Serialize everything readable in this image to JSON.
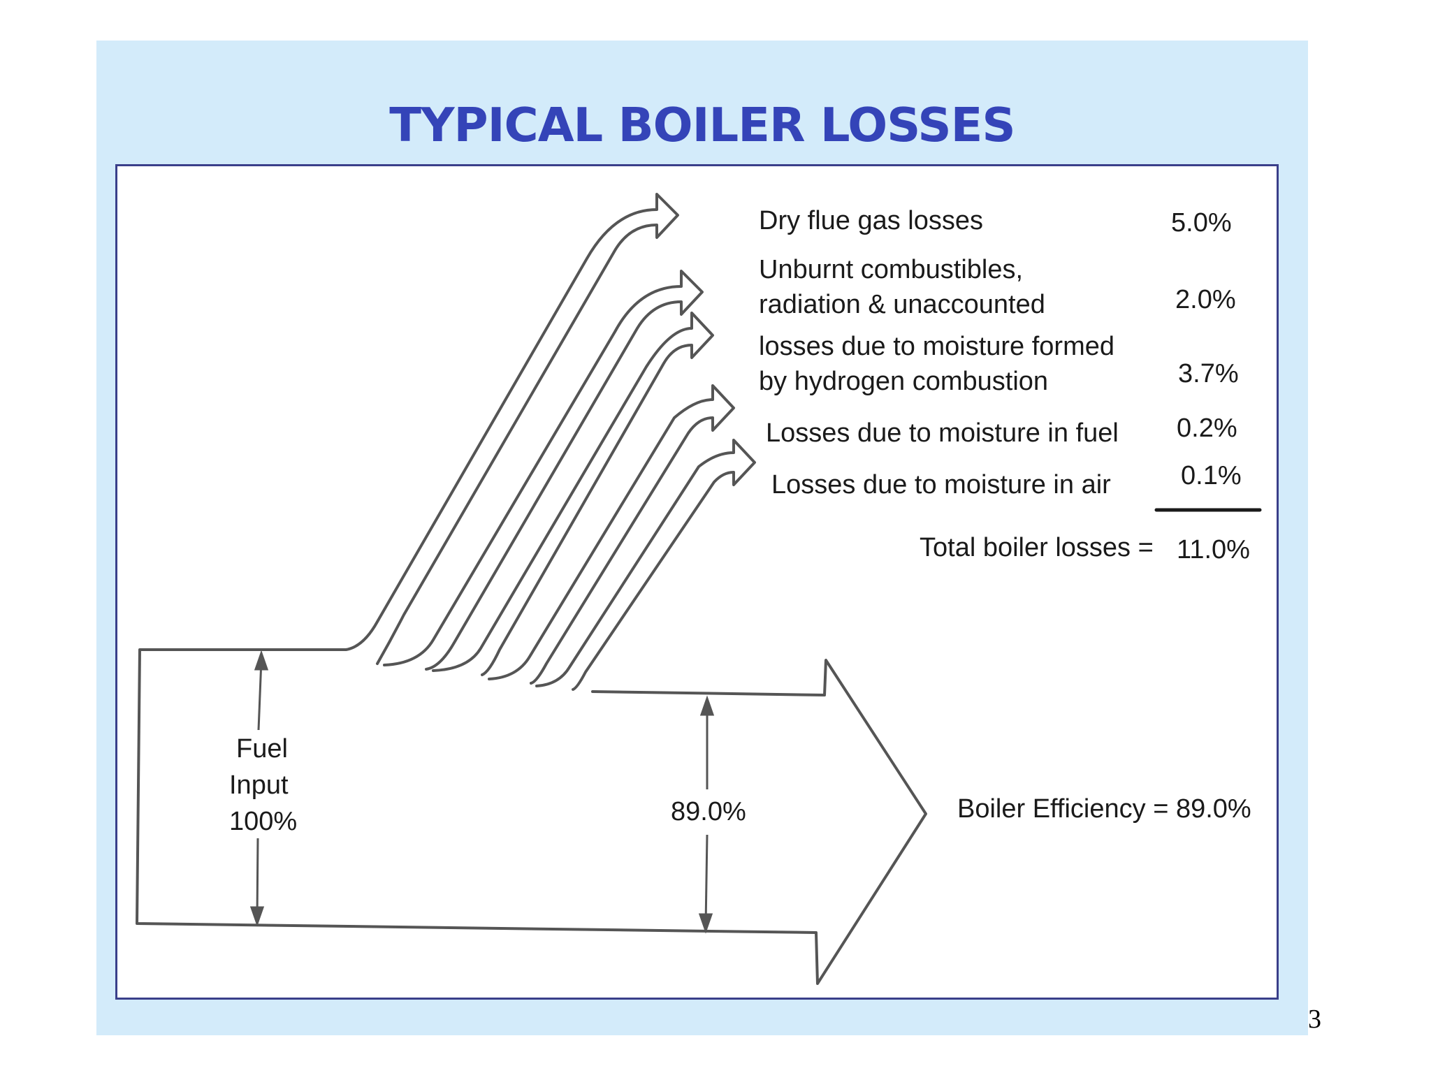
{
  "slide": {
    "title": "TYPICAL BOILER LOSSES",
    "page_number": "3"
  },
  "losses": [
    {
      "line1": "Dry flue gas losses",
      "line2": "",
      "value": "5.0%"
    },
    {
      "line1": "Unburnt combustibles,",
      "line2": "radiation & unaccounted",
      "value": "2.0%"
    },
    {
      "line1": "losses due to moisture formed",
      "line2": "by hydrogen combustion",
      "value": "3.7%"
    },
    {
      "line1": "Losses due to moisture in fuel",
      "line2": "",
      "value": "0.2%"
    },
    {
      "line1": "Losses due to moisture in air",
      "line2": "",
      "value": "0.1%"
    }
  ],
  "total": {
    "label": "Total boiler losses =",
    "value": "11.0%"
  },
  "fuel_input": {
    "line1": "Fuel",
    "line2": "Input",
    "line3": "100%"
  },
  "efficiency": {
    "arrow_label": "89.0%",
    "label": "Boiler Efficiency = 89.0%"
  },
  "colors": {
    "background": "#d3ebfa",
    "title": "#3444b8",
    "panel_border": "#3a3f8a",
    "lines": "#555555"
  }
}
